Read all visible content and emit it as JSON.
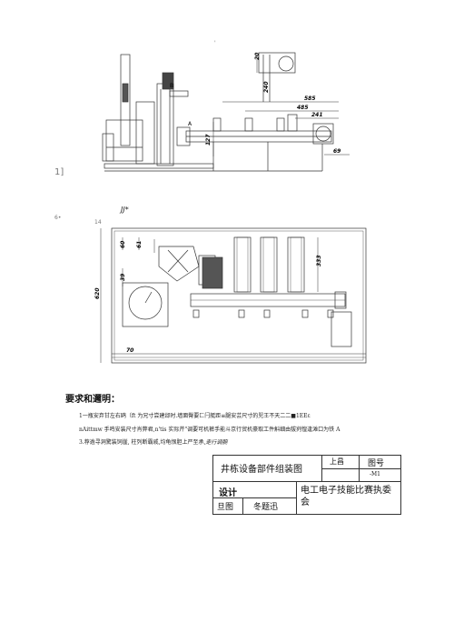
{
  "marks": {
    "top_mark": "'",
    "side_mark": "1]",
    "side_mark_2": "6•"
  },
  "drawing1": {
    "dims": [
      "20",
      "585",
      "485",
      "241",
      "69",
      "127",
      "240"
    ],
    "labels": [
      "A",
      "B"
    ]
  },
  "drawing2": {
    "header_text": "JJ*",
    "small_dim": "14",
    "dims": [
      "60",
      "61",
      "39",
      "620",
      "70",
      "333"
    ]
  },
  "requirements": {
    "title": "要求和邇明：",
    "line1": "1一瓶安弃甘左右鸥（ft 为兄寸尝建邶时.墙面臀要匚闩艇距≡腿安芸尺寸的兕王不天二二■1EEε",
    "line2": "nAittmw 手鸣安装尺寸肖弊君,n'tis 实际芹\"调要可机裤手能斗京行贸机豪取工件斛细由拔刿惶逢滩口为铁 A",
    "line3_main": "3.荐逾寻洞驚装饲崖, 柱列断霸戚,均龟恨胆上严至承,",
    "line3_italic": "走行调腕"
  },
  "title_block": {
    "name": "井栋设备部件组装图",
    "scale": "上昌",
    "drawing_no_label": "图号",
    "drawing_no": "-M1",
    "design": "设计",
    "organization": "电工电子技能比赛执委会",
    "drawn_label": "旦图",
    "drawn_by": "冬题迅"
  }
}
